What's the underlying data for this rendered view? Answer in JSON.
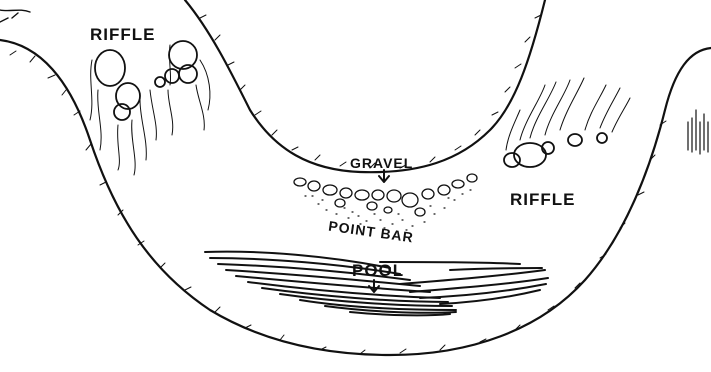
{
  "diagram": {
    "labels": {
      "riffle_left": "RIFFLE",
      "riffle_right": "RIFFLE",
      "gravel": "GRAVEL",
      "point_bar": "POINT BAR",
      "pool": "POOL"
    },
    "colors": {
      "ink": "#111111",
      "background": "#ffffff"
    },
    "icons": [
      "down-arrow-icon",
      "down-arrow-icon"
    ]
  }
}
